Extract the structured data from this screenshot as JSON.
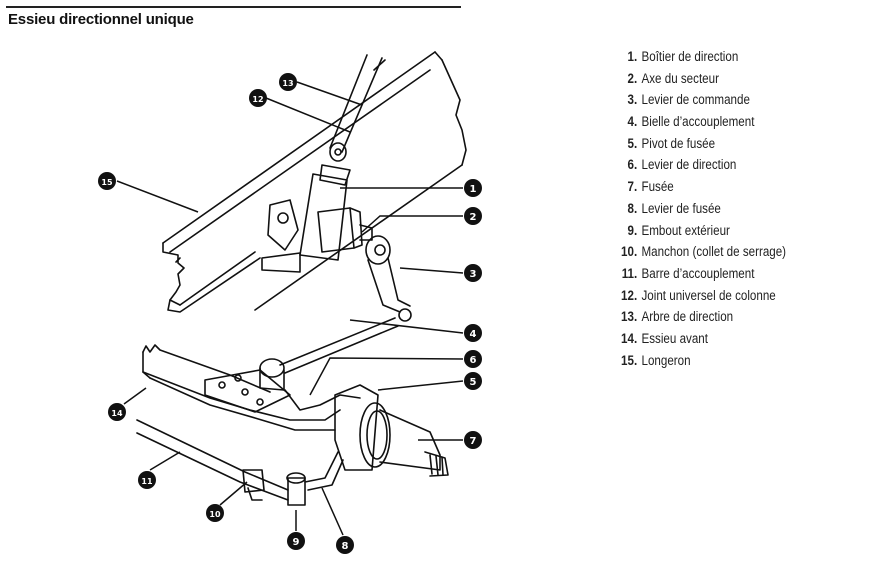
{
  "title": "Essieu directionnel unique",
  "colors": {
    "ink": "#111111",
    "callout_fill": "#111111",
    "callout_text": "#ffffff",
    "background": "#ffffff"
  },
  "callouts": [
    "1",
    "2",
    "3",
    "4",
    "5",
    "6",
    "7",
    "8",
    "9",
    "10",
    "11",
    "12",
    "13",
    "14",
    "15"
  ],
  "legend": [
    {
      "num": "1.",
      "label": "Boîtier de direction"
    },
    {
      "num": "2.",
      "label": "Axe du secteur"
    },
    {
      "num": "3.",
      "label": "Levier de commande"
    },
    {
      "num": "4.",
      "label": "Bielle d’accouplement"
    },
    {
      "num": "5.",
      "label": "Pivot de fusée"
    },
    {
      "num": "6.",
      "label": "Levier de direction"
    },
    {
      "num": "7.",
      "label": "Fusée"
    },
    {
      "num": "8.",
      "label": "Levier de fusée"
    },
    {
      "num": "9.",
      "label": "Embout extérieur"
    },
    {
      "num": "10.",
      "label": "Manchon (collet de serrage)"
    },
    {
      "num": "11.",
      "label": "Barre d’accouplement"
    },
    {
      "num": "12.",
      "label": "Joint universel de colonne"
    },
    {
      "num": "13.",
      "label": "Arbre de direction"
    },
    {
      "num": "14.",
      "label": "Essieu avant"
    },
    {
      "num": "15.",
      "label": "Longeron"
    }
  ]
}
